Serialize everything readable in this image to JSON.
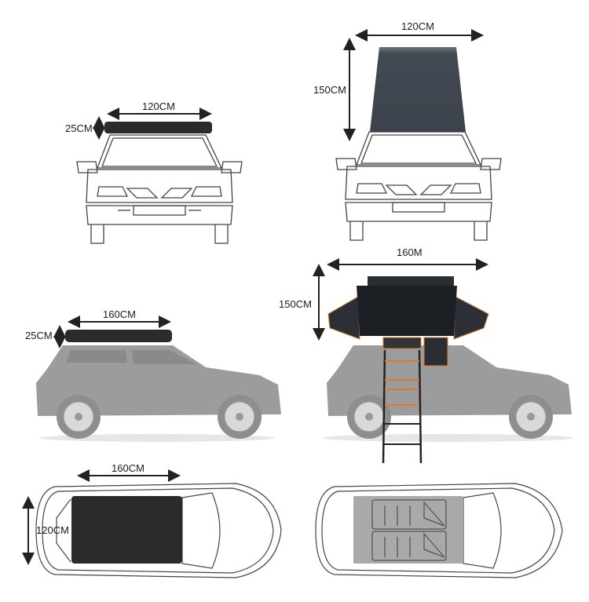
{
  "panels": {
    "front_closed": {
      "width_label": "120CM",
      "height_label": "25CM"
    },
    "front_open": {
      "width_label": "120CM",
      "height_label": "150CM"
    },
    "side_closed": {
      "width_label": "160CM",
      "height_label": "25CM"
    },
    "side_open": {
      "width_label": "160M",
      "height_label": "150CM"
    },
    "top_closed": {
      "length_label": "160CM",
      "width_label": "120CM"
    },
    "top_open": {}
  },
  "colors": {
    "box_closed": "#2b2b2b",
    "tent_shell": "#3f4650",
    "tent_fabric": "#1c1f24",
    "accent_orange": "#e07a2a",
    "car_side_fill": "#9a9a9a",
    "car_outline": "#444444",
    "top_open_panel": "#a9a9a9",
    "arrow": "#222222"
  }
}
